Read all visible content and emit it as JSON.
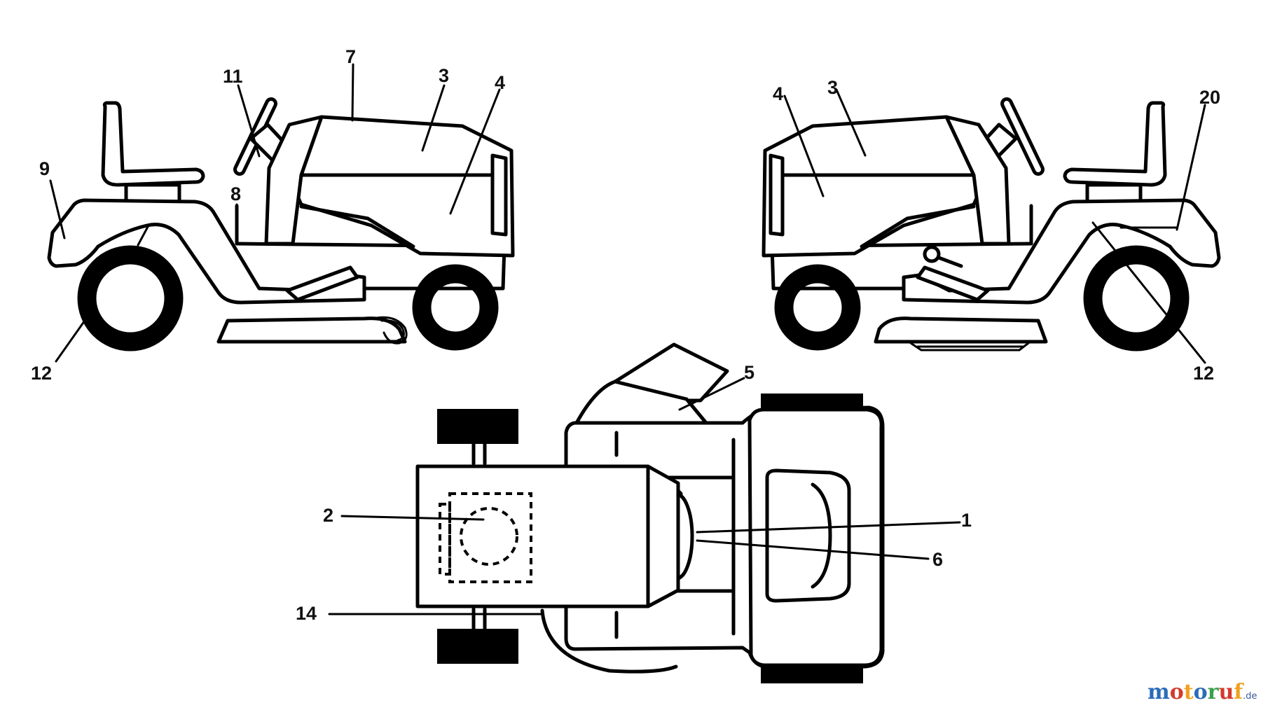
{
  "diagram": {
    "callouts": {
      "left_view": [
        "7",
        "11",
        "3",
        "4",
        "9",
        "8",
        "12"
      ],
      "right_view": [
        "4",
        "3",
        "20",
        "12"
      ],
      "top_view": [
        "5",
        "2",
        "1",
        "6",
        "14"
      ]
    }
  },
  "watermark": {
    "letters": [
      "m",
      "o",
      "t",
      "o",
      "r",
      "u",
      "f"
    ],
    "colors": [
      "#2b6cb8",
      "#d33a2c",
      "#f0a020",
      "#2b6cb8",
      "#3aa04a",
      "#d33a2c",
      "#f0a020"
    ],
    "suffix": ".de"
  }
}
